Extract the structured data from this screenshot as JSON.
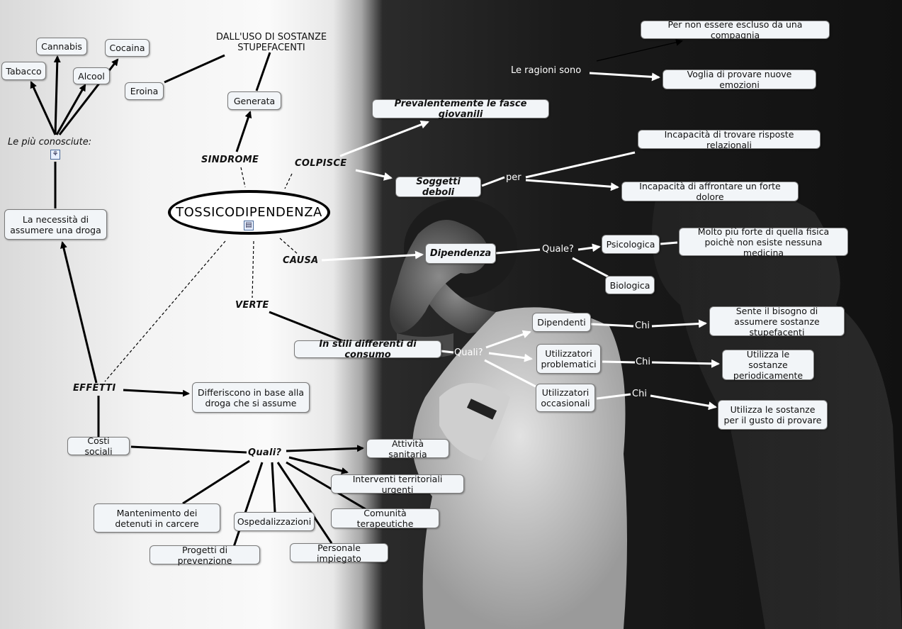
{
  "central": "TOSSICODIPENDENZA",
  "header_text": "DALL'USO DI SOSTANZE STUPEFACENTI",
  "nodes": {
    "tabacco": "Tabacco",
    "cannabis": "Cannabis",
    "cocaina": "Cocaina",
    "alcool": "Alcool",
    "eroina": "Eroina",
    "generata": "Generata",
    "necessita": "La necessità di assumere una droga",
    "prevalentemente": "Prevalentemente le fasce giovanili",
    "soggetti_deboli": "Soggetti deboli",
    "incapacita_relazionali": "Incapacità di trovare risposte relazionali",
    "incapacita_dolore": "Incapacità di affrontare un forte dolore",
    "compagnia": "Per non essere escluso da una compagnia",
    "emozioni": "Voglia di provare nuove emozioni",
    "dipendenza": "Dipendenza",
    "psicologica": "Psicologica",
    "piu_forte": "Molto più forte di quella fisica poichè non esiste nessuna medicina",
    "biologica": "Biologica",
    "stili": "In stili differenti di consumo",
    "dipendenti": "Dipendenti",
    "problematici": "Utilizzatori problematici",
    "occasionali": "Utilizzatori occasionali",
    "sente_bisogno": "Sente il bisogno di assumere sostanze stupefacenti",
    "periodicamente": "Utilizza le sostanze periodicamente",
    "gusto": "Utilizza le sostanze per il gusto di provare",
    "differiscono": "Differiscono in base alla droga che si assume",
    "costi_sociali": "Costi sociali",
    "attivita_sanitaria": "Attività sanitaria",
    "interventi": "Interventi territoriali urgenti",
    "comunita": "Comunità terapeutiche",
    "mantenimento": "Mantenimento dei detenuti in carcere",
    "ospedalizzazioni": "Ospedalizzazioni",
    "progetti": "Progetti di prevenzione",
    "personale": "Personale impiegato"
  },
  "links": {
    "piu_conosciute": "Le più conosciute:",
    "sindrome": "SINDROME",
    "colpisce": "COLPISCE",
    "causa": "CAUSA",
    "verte": "VERTE",
    "effetti": "EFFETTI",
    "quali_costi": "Quali?",
    "ragioni": "Le ragioni sono",
    "per": "per",
    "quale": "Quale?",
    "quali_stili": "Quali?",
    "chi1": "Chi",
    "chi2": "Chi",
    "chi3": "Chi"
  }
}
